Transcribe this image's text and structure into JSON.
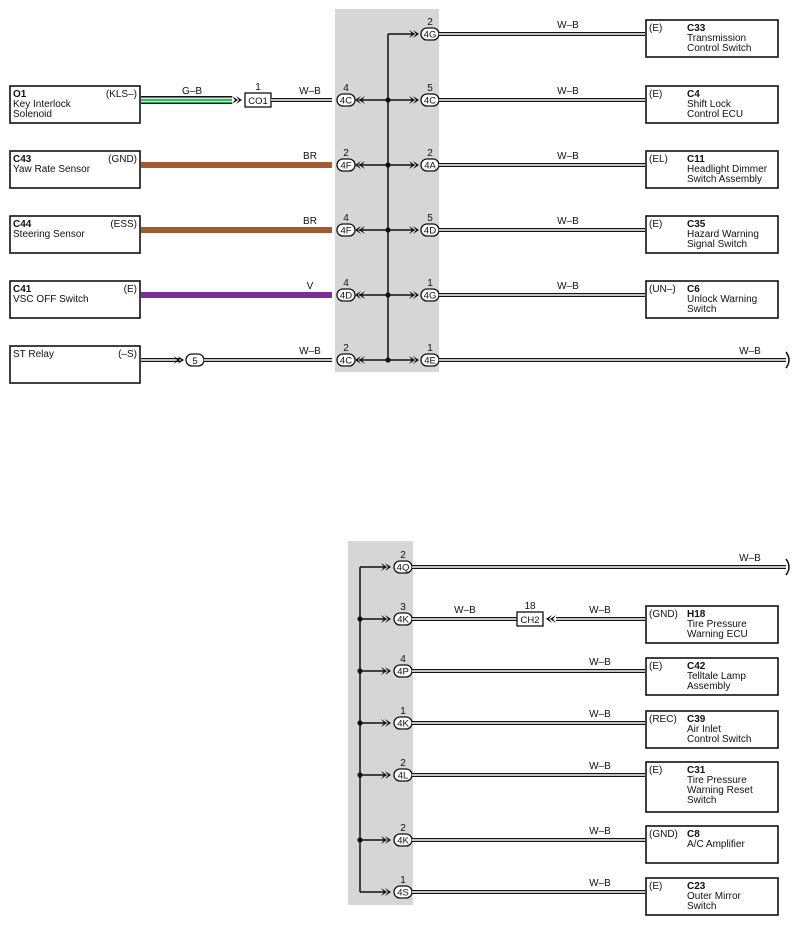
{
  "colors": {
    "G-B": "#2aa85a",
    "BR": "#a35a33",
    "V": "#7a2e9a",
    "W-B": "#ffffff",
    "junction_block_fill": "#d6d6d6"
  },
  "top": {
    "left_components": [
      {
        "id": "O1",
        "name_lines": [
          "Key Interlock",
          "Solenoid"
        ],
        "terminal": "(KLS–)"
      },
      {
        "id": "C43",
        "name_lines": [
          "Yaw Rate Sensor"
        ],
        "terminal": "(GND)"
      },
      {
        "id": "C44",
        "name_lines": [
          "Steering Sensor"
        ],
        "terminal": "(ESS)"
      },
      {
        "id": "C41",
        "name_lines": [
          "VSC OFF Switch"
        ],
        "terminal": "(E)"
      },
      {
        "id": "",
        "name_lines": [
          "ST Relay"
        ],
        "terminal": "(–S)"
      }
    ],
    "left_connectors": [
      {
        "pin": "",
        "code": "4G"
      },
      {
        "pin": "4",
        "code": "4C"
      },
      {
        "pin": "2",
        "code": "4F"
      },
      {
        "pin": "4",
        "code": "4F"
      },
      {
        "pin": "4",
        "code": "4D"
      },
      {
        "pin": "2",
        "code": "4C"
      }
    ],
    "right_connectors": [
      {
        "pin": "2",
        "code": "4G"
      },
      {
        "pin": "5",
        "code": "4C"
      },
      {
        "pin": "2",
        "code": "4A"
      },
      {
        "pin": "5",
        "code": "4D"
      },
      {
        "pin": "1",
        "code": "4G"
      },
      {
        "pin": "1",
        "code": "4E"
      }
    ],
    "left_wires": [
      {
        "label": "G-B",
        "display": "G–B",
        "label2": "W–B"
      },
      {
        "label": "BR",
        "display": "BR"
      },
      {
        "label": "BR",
        "display": "BR"
      },
      {
        "label": "V",
        "display": "V"
      },
      {
        "label": "W-B",
        "display": "W–B"
      }
    ],
    "junction_connectors": [
      {
        "pin": "1",
        "code": "CO1"
      },
      {
        "pin": "",
        "code": "5"
      }
    ],
    "right_wire_label": "W–B",
    "right_components": [
      {
        "id": "C33",
        "name_lines": [
          "Transmission",
          "Control Switch"
        ],
        "terminal": "(E)"
      },
      {
        "id": "C4",
        "name_lines": [
          "Shift Lock",
          "Control ECU"
        ],
        "terminal": "(E)"
      },
      {
        "id": "C11",
        "name_lines": [
          "Headlight Dimmer",
          "Switch Assembly"
        ],
        "terminal": "(EL)"
      },
      {
        "id": "C35",
        "name_lines": [
          "Hazard Warning",
          "Signal Switch"
        ],
        "terminal": "(E)"
      },
      {
        "id": "C6",
        "name_lines": [
          "Unlock Warning",
          "Switch"
        ],
        "terminal": "(UN–)"
      }
    ]
  },
  "bottom": {
    "connectors": [
      {
        "pin": "2",
        "code": "4Q"
      },
      {
        "pin": "3",
        "code": "4K"
      },
      {
        "pin": "4",
        "code": "4P"
      },
      {
        "pin": "1",
        "code": "4K"
      },
      {
        "pin": "2",
        "code": "4L"
      },
      {
        "pin": "2",
        "code": "4K"
      },
      {
        "pin": "1",
        "code": "4S"
      }
    ],
    "wire_label": "W–B",
    "junction_connector": {
      "pin": "18",
      "code": "CH2"
    },
    "right_components": [
      {
        "id": "H18",
        "name_lines": [
          "Tire Pressure",
          "Warning ECU"
        ],
        "terminal": "(GND)"
      },
      {
        "id": "C42",
        "name_lines": [
          "Telltale Lamp",
          "Assembly"
        ],
        "terminal": "(E)"
      },
      {
        "id": "C39",
        "name_lines": [
          "Air Inlet",
          "Control Switch"
        ],
        "terminal": "(REC)"
      },
      {
        "id": "C31",
        "name_lines": [
          "Tire Pressure",
          "Warning Reset",
          "Switch"
        ],
        "terminal": "(E)"
      },
      {
        "id": "C8",
        "name_lines": [
          "A/C Amplifier"
        ],
        "terminal": "(GND)"
      },
      {
        "id": "C23",
        "name_lines": [
          "Outer Mirror",
          "Switch"
        ],
        "terminal": "(E)"
      }
    ]
  }
}
